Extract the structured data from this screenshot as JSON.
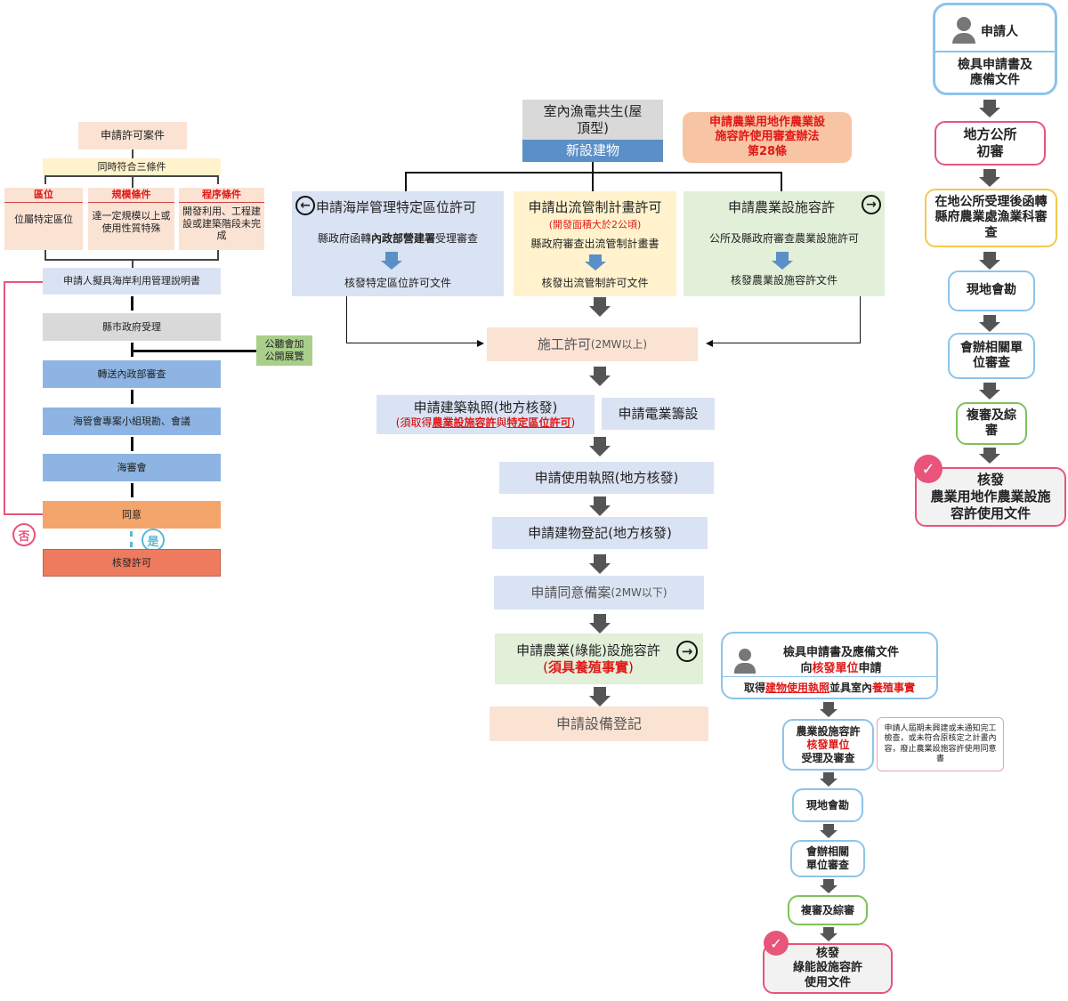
{
  "left": {
    "case": "申請許可案件",
    "three": "同時符合三條件",
    "cond1_head": "區位",
    "cond1_body": "位屬特定區位",
    "cond2_head": "規模條件",
    "cond2_body": "達一定規模以上或使用性質特殊",
    "cond3_head": "程序條件",
    "cond3_body": "開發利用、工程建設或建築階段未完成",
    "s1": "申請人擬具海岸利用管理說明書",
    "s2": "縣市政府受理",
    "hearing": "公聽會加公開展覽",
    "s3": "轉送內政部審查",
    "s4": "海管會專案小組現勘、會議",
    "s5": "海審會",
    "s6": "同意",
    "no": "否",
    "yes": "是",
    "s7": "核發許可"
  },
  "mid": {
    "top_title": "室內漁電共生(屋頂型)",
    "top_sub": "新設建物",
    "law_line1": "申請農業用地作農業設",
    "law_line2": "施容許使用審查辦法",
    "law_line3": "第28條",
    "c1_title": "申請海岸管理特定區位許可",
    "c1_a": "縣政府函轉",
    "c1_b": "內政部營建署",
    "c1_c": "受理審查",
    "c1_result": "核發特定區位許可文件",
    "c2_title": "申請出流管制計畫許可",
    "c2_note": "(開發面積大於2公頃)",
    "c2_a": "縣政府審查出流管制計畫書",
    "c2_result": "核發出流管制許可文件",
    "c3_title": "申請農業設施容許",
    "c3_a": "公所及縣政府審查農業設施許可",
    "c3_result": "核發農業設施容許文件",
    "construct": "施工許可",
    "construct_small": "(2MW以上)",
    "build": "申請建築執照(地方核發)",
    "build_note_a": "(須取得",
    "build_note_b": "農業設施容許",
    "build_note_c": "與",
    "build_note_d": "特定區位許可",
    "build_note_e": ")",
    "power": "申請電業籌設",
    "use": "申請使用執照(地方核發)",
    "register": "申請建物登記(地方核發)",
    "consent": "申請同意備案",
    "consent_small": "(2MW以下)",
    "green_title": "申請農業(綠能)設施容許",
    "green_note_a": "(",
    "green_note_b": "須具養殖事實",
    "green_note_c": ")",
    "equip": "申請設備登記"
  },
  "bottom": {
    "doc_line1": "檢具申請書及應備文件",
    "doc_line2a": "向",
    "doc_line2b": "核發單位",
    "doc_line2c": "申請",
    "doc_line3a": "取得",
    "doc_line3b": "建物使用執照",
    "doc_line3c": "並具室內",
    "doc_line3d": "養殖事實",
    "review_a": "農業設施容許",
    "review_b": "核發單位",
    "review_c": "受理及審查",
    "note": "申請人屆期未興建或未通知完工檢查，或未符合原核定之計畫內容，廢止農業設施容許使用同意書",
    "site": "現地會勘",
    "joint": "會辦相關單位審查",
    "final": "複審及綜審",
    "issue_a": "核發",
    "issue_b": "綠能設施容許",
    "issue_c": "使用文件"
  },
  "right": {
    "applicant": "申請人",
    "docs": "檢具申請書及應備文件",
    "office": "地方公所初審",
    "forward": "在地公所受理後函轉縣府農業處漁業科審查",
    "site": "現地會勘",
    "joint": "會辦相關單位審查",
    "final": "複審及綜審",
    "issue_a": "核發",
    "issue_b": "農業用地作農業設施容許使用文件"
  },
  "colors": {
    "peach": "#fbe3d4",
    "yellow": "#fff2cc",
    "lightblue": "#dae3f3",
    "blue": "#8db4e2",
    "green": "#e2efd9",
    "orange": "#f4a56c",
    "salmon": "#ee7b5e",
    "gray": "#d9d9d9",
    "red": "#e01818",
    "pink": "#e8547a"
  }
}
